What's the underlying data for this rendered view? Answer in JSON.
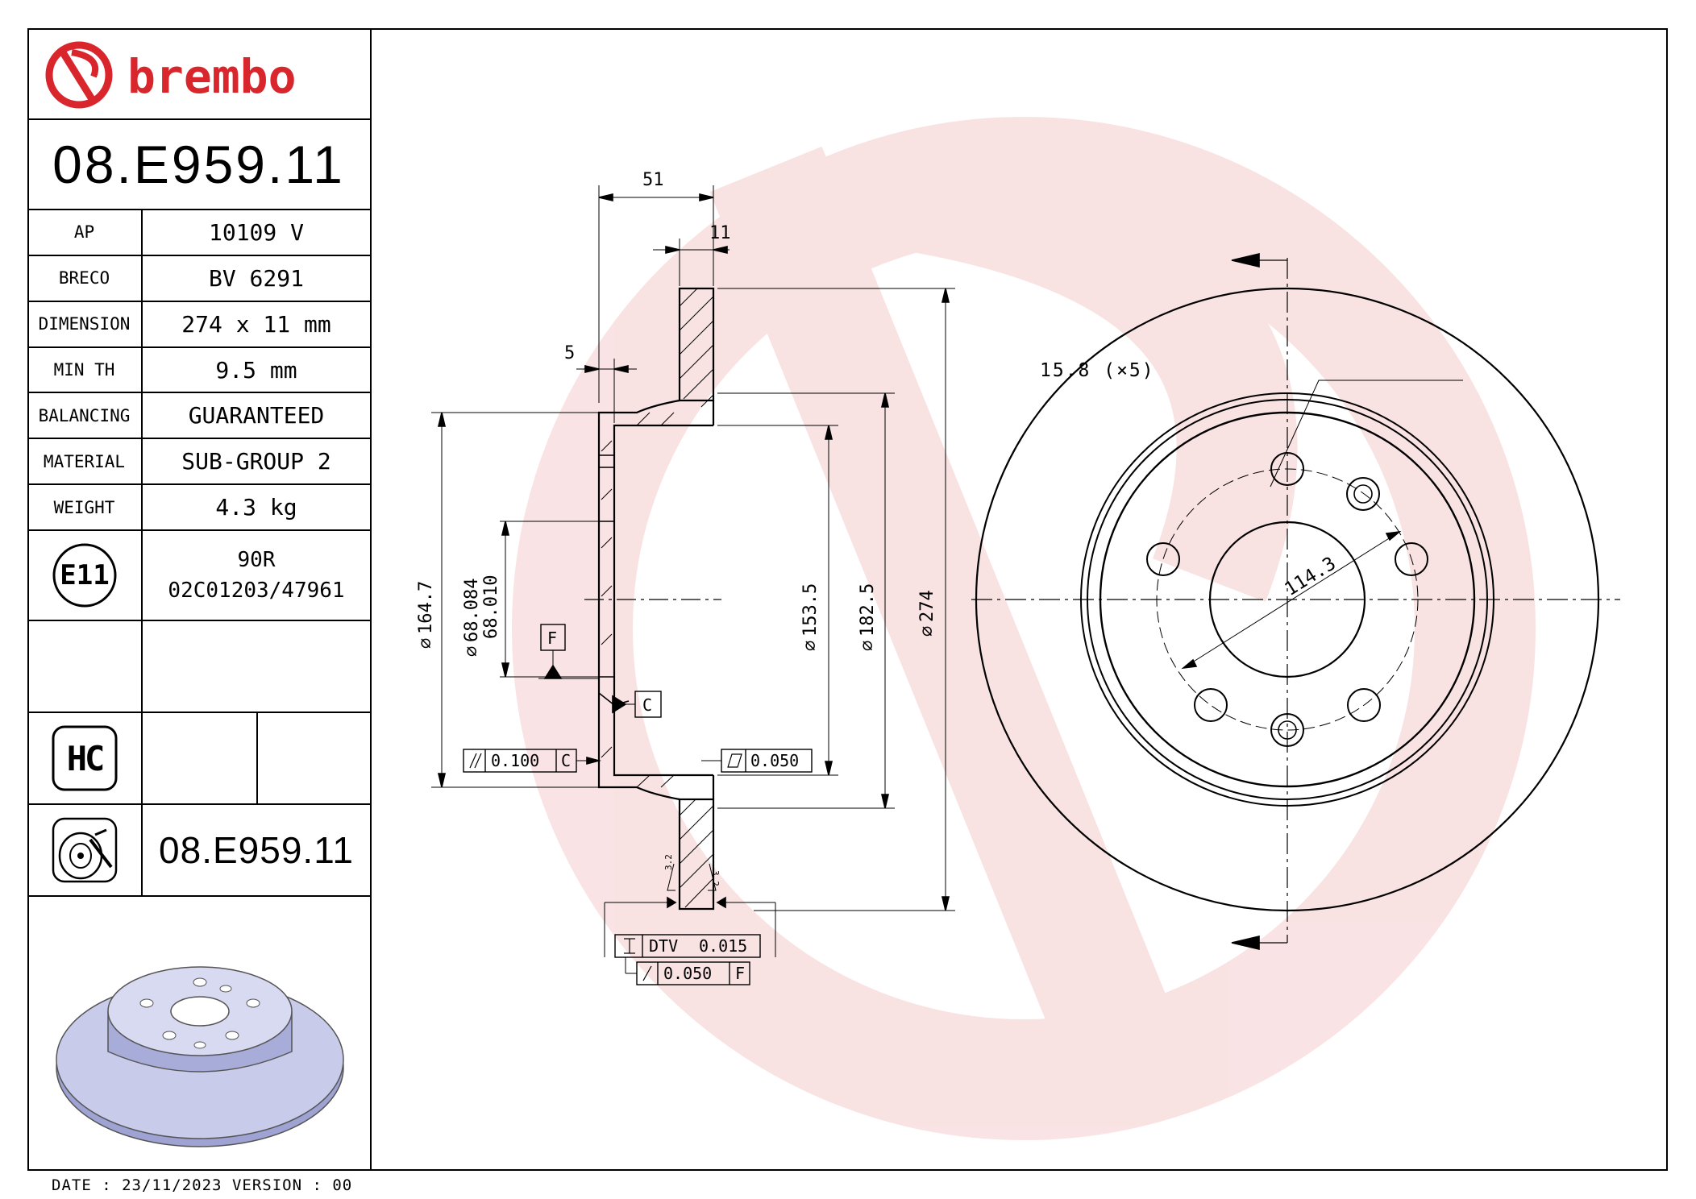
{
  "brand": {
    "name": "brembo",
    "color": "#d9262c"
  },
  "part_number": "08.E959.11",
  "specs": [
    {
      "label": "AP",
      "value": "10109 V"
    },
    {
      "label": "BRECO",
      "value": "BV 6291"
    },
    {
      "label": "DIMENSION",
      "value": "274 x 11 mm"
    },
    {
      "label": "MIN TH",
      "value": "9.5 mm"
    },
    {
      "label": "BALANCING",
      "value": "GUARANTEED"
    },
    {
      "label": "MATERIAL",
      "value": "SUB-GROUP 2"
    },
    {
      "label": "WEIGHT",
      "value": "4.3 kg"
    }
  ],
  "approval": {
    "mark": "E11",
    "line1": "90R",
    "line2": "02C01203/47961"
  },
  "hc_badge": "HC",
  "bottom_part_number": "08.E959.11",
  "footer": {
    "date_label": "DATE :",
    "date": "23/11/2023",
    "version_label": "VERSION :",
    "version": "00"
  },
  "dimensions": {
    "overall_width": "51",
    "thickness": "11",
    "offset": "5",
    "hub_diameter": "164.7",
    "bore_max": "68.084",
    "bore_min": "68.010",
    "inner_diameter": "153.5",
    "hat_diameter": "182.5",
    "outer_diameter": "274",
    "bolt_hole": "15.8 (×5)",
    "pcd": "114.3",
    "chamfer_1": "3.2",
    "chamfer_2": "3.2"
  },
  "tolerances": {
    "parallelism": "0.100",
    "parallelism_ref": "C",
    "flatness": "0.050",
    "dtv_label": "DTV",
    "dtv": "0.015",
    "runout": "0.050",
    "runout_ref": "F",
    "datum_f": "F",
    "datum_c": "C"
  },
  "icons": [
    "brembo-logo-icon",
    "e-mark-icon",
    "hc-icon",
    "disc-wear-icon",
    "disc-render-icon",
    "diameter-symbol-icon"
  ]
}
